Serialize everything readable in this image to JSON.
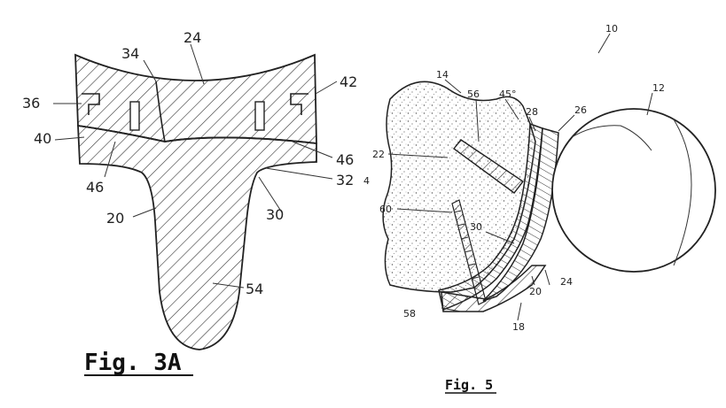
{
  "figures": {
    "fig3a": {
      "caption": "Fig. 3A",
      "labels": {
        "l24": "24",
        "l34": "34",
        "l36": "36",
        "l42": "42",
        "l40": "40",
        "l46a": "46",
        "l46b": "46",
        "l32": "32",
        "l30": "30",
        "l20": "20",
        "l54": "54"
      }
    },
    "fig5": {
      "caption": "Fig. 5",
      "labels": {
        "l10": "10",
        "l12": "12",
        "l14": "14",
        "l56": "56",
        "l45": "45°",
        "l28": "28",
        "l26": "26",
        "l22": "22",
        "l60": "60",
        "l30": "30",
        "l58": "58",
        "l20": "20",
        "l24": "24",
        "l18": "18"
      }
    }
  }
}
